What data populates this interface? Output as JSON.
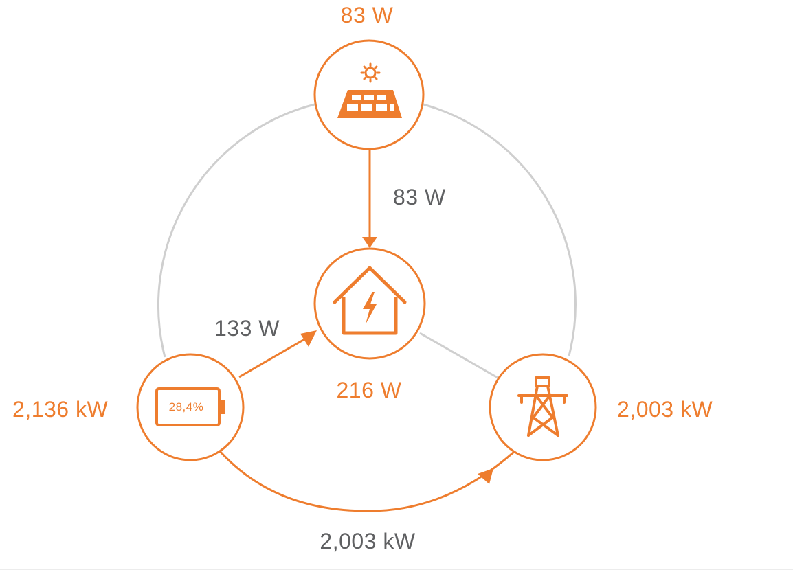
{
  "colors": {
    "accent": "#EE7D2E",
    "inactive_line": "#CFCFCF",
    "flow_label": "#5F6062",
    "background": "#FFFFFF"
  },
  "solar": {
    "icon": "solar-panel-icon",
    "power": "83 W"
  },
  "home": {
    "icon": "home-lightning-icon",
    "power": "216 W"
  },
  "battery": {
    "icon": "battery-icon",
    "power": "2,136 kW",
    "charge_percent": "28,4%",
    "charge_fraction": 0.284
  },
  "grid": {
    "icon": "power-pylon-icon",
    "power": "2,003 kW"
  },
  "flows": {
    "solar_to_home": "83 W",
    "battery_to_home": "133 W",
    "battery_to_grid": "2,003 kW"
  }
}
